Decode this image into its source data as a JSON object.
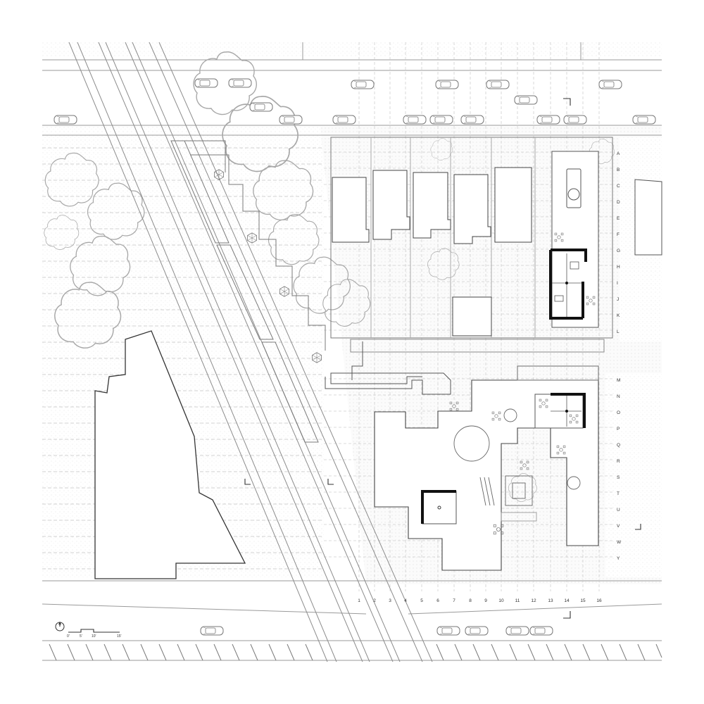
{
  "grid": {
    "rows_upper": [
      "A",
      "B",
      "C",
      "D",
      "E",
      "F",
      "G",
      "H",
      "I",
      "J",
      "K",
      "L"
    ],
    "rows_lower": [
      "M",
      "N",
      "O",
      "P",
      "Q",
      "R",
      "S",
      "T",
      "U",
      "V",
      "W",
      "Y"
    ],
    "columns": [
      "1",
      "2",
      "3",
      "4",
      "5",
      "6",
      "7",
      "8",
      "9",
      "10",
      "11",
      "12",
      "13",
      "14",
      "15",
      "16"
    ]
  },
  "scale_bar": {
    "ticks": [
      "0'",
      "5'",
      "10'",
      "15'"
    ]
  },
  "colors": {
    "line": "#9a9a9a",
    "light_line": "#c9c9c9",
    "dashed": "#c4c4c4",
    "wall": "#111111",
    "ink": "#333333"
  },
  "icons": {
    "north_arrow": "north-arrow-icon",
    "car": "car-icon",
    "tree": "tree-icon",
    "chair": "chair-icon"
  }
}
